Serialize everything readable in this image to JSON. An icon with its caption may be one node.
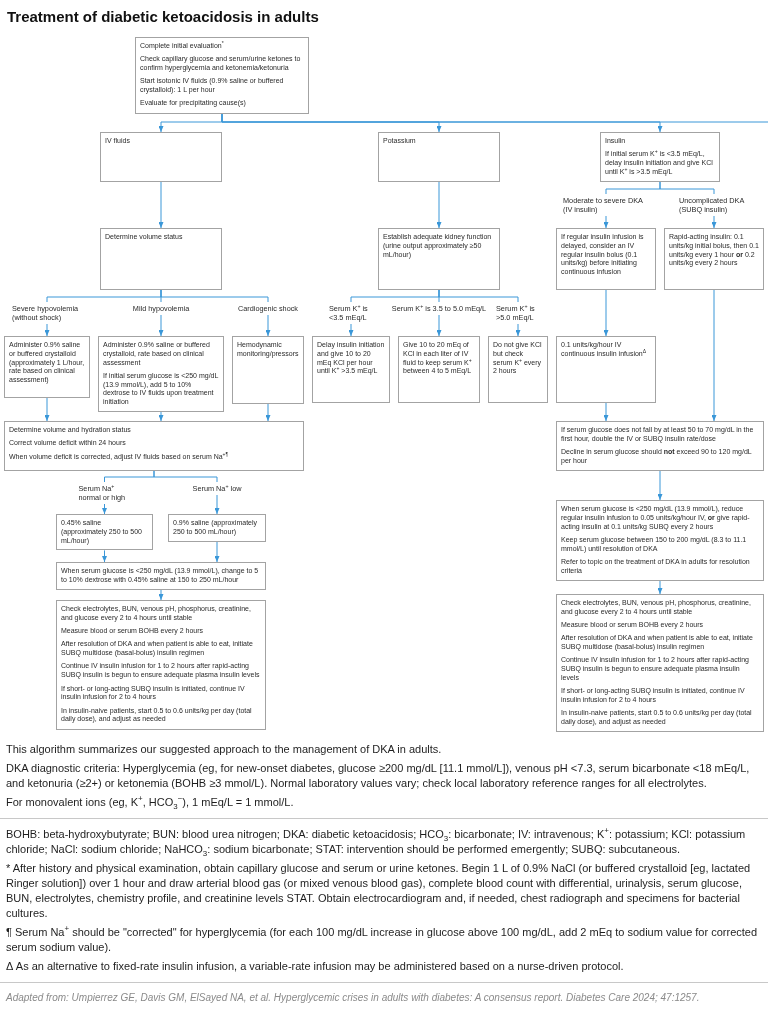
{
  "diagram": {
    "title": "Treatment of diabetic ketoacidosis in adults",
    "nodes": [
      {
        "text": [
          "Complete initial evaluation$^{*}$",
          "Check capillary glucose and serum/urine ketones to confirm hyperglycemia and ketonemia/ketonuria",
          "Start isotonic IV fluids (0.9% saline or buffered crystalloid): 1 L per hour",
          "Evaluate for precipitating cause(s)"
        ]
      },
      {
        "text": [
          "IV fluids"
        ]
      },
      {
        "text": [
          "Potassium"
        ]
      },
      {
        "text": [
          "Insulin",
          "If initial serum K$^{+}$ is <3.5 mEq/L, delay insulin initiation and give KCl until K$^{+}$ is >3.5 mEq/L"
        ]
      },
      {
        "text": [
          "Determine volume status"
        ]
      },
      {
        "text": [
          "Establish adequate kidney function (urine output approximately ≥50 mL/hour)"
        ]
      },
      {
        "text": [
          "If regular insulin infusion is delayed, consider an IV regular insulin bolus (0.1 units/kg) before initiating continuous infusion"
        ]
      },
      {
        "text": [
          "Rapid-acting insulin: 0.1 units/kg initial bolus, then 0.1 units/kg every 1 hour **or** 0.2 units/kg every 2 hours"
        ]
      },
      {
        "text": [
          "Administer 0.9% saline or buffered crystalloid (approximately 1 L/hour, rate based on clinical assessment)"
        ]
      },
      {
        "text": [
          "Administer 0.9% saline or buffered crystalloid, rate based on clinical assessment",
          "If initial serum glucose is <250 mg/dL (13.9 mmol/L), add 5 to 10% dextrose to IV fluids upon treatment initiation"
        ]
      },
      {
        "text": [
          "Hemodynamic monitoring/pressors"
        ]
      },
      {
        "text": [
          "Delay insulin initiation and give 10 to 20 mEq KCl per hour until K$^{+}$ >3.5 mEq/L"
        ]
      },
      {
        "text": [
          "Give 10 to 20 mEq of KCl in each liter of IV fluid to keep serum K$^{+}$ between 4 to 5 mEq/L"
        ]
      },
      {
        "text": [
          "Do not give KCl but check serum K$^{+}$ every 2 hours"
        ]
      },
      {
        "text": [
          "0.1 units/kg/hour IV continuous insulin infusion$^{Δ}$"
        ]
      },
      {
        "text": [
          "Determine volume and hydration status",
          "Correct volume deficit within 24 hours",
          "When volume deficit is corrected, adjust IV fluids based on serum Na$^{+¶}$"
        ]
      },
      {
        "text": [
          "If serum glucose does not fall by at least 50 to 70 mg/dL in the first hour, double the IV or SUBQ insulin rate/dose",
          "Decline in serum glucose should **not** exceed 90 to 120 mg/dL per hour"
        ]
      },
      {
        "text": [
          "0.45% saline (approximately 250 to 500 mL/hour)"
        ]
      },
      {
        "text": [
          "0.9% saline (approximately 250 to 500 mL/hour)"
        ]
      },
      {
        "text": [
          "When serum glucose is <250 mg/dL (13.9 mmol/L), change to 5 to 10% dextrose with 0.45% saline at 150 to 250 mL/hour"
        ]
      },
      {
        "text": [
          "When serum glucose is <250 mg/dL (13.9 mmol/L), reduce regular insulin infusion to 0.05 units/kg/hour IV, **or** give rapid-acting insulin at 0.1 units/kg SUBQ every 2 hours",
          "Keep serum glucose between 150 to 200 mg/dL (8.3 to 11.1 mmol/L) until resolution of DKA",
          "Refer to topic on the treatment of DKA in adults for resolution criteria"
        ]
      },
      {
        "text": [
          "Check electrolytes, BUN, venous pH, phosphorus, creatinine, and glucose every 2 to 4 hours until stable",
          "Measure blood or serum BOHB every 2 hours",
          "After resolution of DKA and when patient is able to eat, initiate SUBQ multidose (basal-bolus) insulin regimen",
          "Continue IV insulin infusion for 1 to 2 hours after rapid-acting SUBQ insulin is begun to ensure adequate plasma insulin levels",
          "If short- or long-acting SUBQ insulin is initiated, continue IV insulin infusion for 2 to 4 hours",
          "In insulin-naive patients, start 0.5 to 0.6 units/kg per day (total daily dose), and adjust as needed"
        ]
      },
      {
        "text": [
          "Check electrolytes, BUN, venous pH, phosphorus, creatinine, and glucose every 2 to 4 hours until stable",
          "Measure blood or serum BOHB every 2 hours",
          "After resolution of DKA and when patient is able to eat, initiate SUBQ multidose (basal-bolus) insulin regimen",
          "Continue IV insulin infusion for 1 to 2 hours after rapid-acting SUBQ insulin is begun to ensure adequate plasma insulin levels",
          "If short- or long-acting SUBQ insulin is initiated, continue IV insulin infusion for 2 to 4 hours",
          "In insulin-naive patients, start 0.5 to 0.6 units/kg per day (total daily dose), and adjust as needed"
        ]
      }
    ],
    "edges": [
      {
        "from": 0,
        "to": 1,
        "arrow": "to"
      },
      {
        "from": 0,
        "to": 2,
        "arrow": "to"
      },
      {
        "from": 0,
        "to": 3,
        "arrow": "to"
      },
      {
        "from": 0,
        "to": null,
        "arrow": "none"
      },
      {
        "from": 1,
        "to": 4,
        "arrow": "to"
      },
      {
        "from": 2,
        "to": 5,
        "arrow": "to"
      },
      {
        "from": 3,
        "to": 6,
        "arrow": "to",
        "label": "Moderate to severe DKA (IV insulin)"
      },
      {
        "from": 3,
        "to": 7,
        "arrow": "to",
        "label": "Uncomplicated DKA (SUBQ insulin)"
      },
      {
        "from": 4,
        "to": 8,
        "arrow": "to",
        "label": "Severe hypovolemia (without shock)"
      },
      {
        "from": 4,
        "to": 9,
        "arrow": "to",
        "label": "Mild hypovolemia"
      },
      {
        "from": 4,
        "to": 10,
        "arrow": "to",
        "label": "Cardiogenic shock"
      },
      {
        "from": 5,
        "to": 11,
        "arrow": "to",
        "label": "Serum K$^{+}$ is <3.5 mEq/L"
      },
      {
        "from": 5,
        "to": 12,
        "arrow": "to",
        "label": "Serum K$^{+}$ is 3.5 to 5.0 mEq/L"
      },
      {
        "from": 5,
        "to": 13,
        "arrow": "to",
        "label": "Serum K$^{+}$ is >5.0 mEq/L"
      },
      {
        "from": 6,
        "to": 14,
        "arrow": "to"
      },
      {
        "from": 8,
        "to": 15,
        "arrow": "to"
      },
      {
        "from": 9,
        "to": 15,
        "arrow": "to"
      },
      {
        "from": 10,
        "to": 15,
        "arrow": "to"
      },
      {
        "from": 14,
        "to": 16,
        "arrow": "to"
      },
      {
        "from": 7,
        "to": 16,
        "arrow": "to"
      },
      {
        "from": 15,
        "to": 17,
        "arrow": "to",
        "label": "Serum Na$^{+}$ normal or high"
      },
      {
        "from": 15,
        "to": 18,
        "arrow": "to",
        "label": "Serum Na$^{+}$ low"
      },
      {
        "from": 17,
        "to": 19,
        "arrow": "to"
      },
      {
        "from": 18,
        "to": 19,
        "arrow": "to"
      },
      {
        "from": 19,
        "to": 21,
        "arrow": "to"
      },
      {
        "from": 16,
        "to": 20,
        "arrow": "to"
      },
      {
        "from": 20,
        "to": 22,
        "arrow": "to"
      }
    ],
    "labels": [
      "This algorithm summarizes our suggested approach to the management of DKA in adults.",
      "DKA diagnostic criteria: Hyperglycemia (eg, for new-onset diabetes, glucose ≥200 mg/dL [11.1 mmol/L]), venous pH <7.3, serum bicarbonate <18 mEq/L, and ketonuria (≥2+) or ketonemia (BOHB ≥3 mmol/L). Normal laboratory values vary; check local laboratory reference ranges for all electrolytes.",
      "For monovalent ions (eg, K$^{+}$, HCO$_{3}$$^{−}$), 1 mEq/L = 1 mmol/L.",
      "BOHB: beta-hydroxybutyrate; BUN: blood urea nitrogen; DKA: diabetic ketoacidosis; HCO$_{3}$: bicarbonate; IV: intravenous; K$^{+}$: potassium; KCl: potassium chloride; NaCl: sodium chloride; NaHCO$_{3}$: sodium bicarbonate; STAT: intervention should be performed emergently; SUBQ: subcutaneous.",
      "* After history and physical examination, obtain capillary glucose and serum or urine ketones. Begin 1 L of 0.9% NaCl (or buffered crystalloid [eg, lactated Ringer solution]) over 1 hour and draw arterial blood gas (or mixed venous blood gas), complete blood count with differential, urinalysis, serum glucose, BUN, electrolytes, chemistry profile, and creatinine levels STAT. Obtain electrocardiogram and, if needed, chest radiograph and specimens for bacterial cultures.",
      "¶ Serum Na$^{+}$ should be \"corrected\" for hyperglycemia (for each 100 mg/dL increase in glucose above 100 mg/dL, add 2 mEq to sodium value for corrected serum sodium value).",
      "Δ As an alternative to fixed-rate insulin infusion, a variable-rate infusion may be administered based on a nurse-driven protocol.",
      "Adapted from: Umpierrez GE, Davis GM, ElSayed NA, et al. Hyperglycemic crises in adults with diabetes: A consensus report. Diabetes Care 2024; 47:1257."
    ]
  }
}
